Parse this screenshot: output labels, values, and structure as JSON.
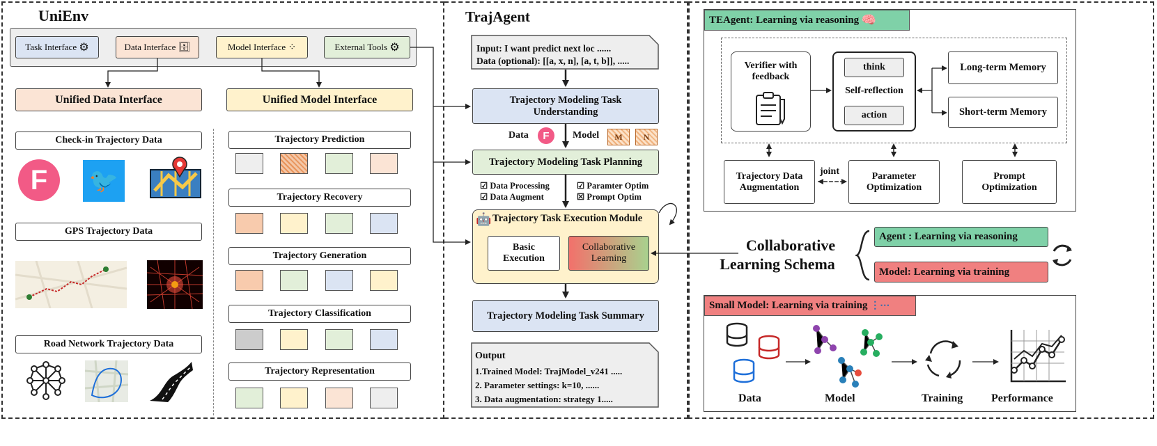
{
  "unienv": {
    "title": "UniEnv",
    "interfaces": [
      "Task Interface",
      "Data Interface",
      "Model Interface",
      "External Tools"
    ],
    "unified_data": "Unified Data Interface",
    "unified_model": "Unified Model Interface",
    "data_sections": [
      "Check-in Trajectory Data",
      "GPS Trajectory Data",
      "Road Network Trajectory Data"
    ],
    "model_tasks": [
      "Trajectory Prediction",
      "Trajectory Recovery",
      "Trajectory Generation",
      "Trajectory Classification",
      "Trajectory Representation"
    ]
  },
  "trajagent": {
    "title": "TrajAgent",
    "input_line1": "Input: I want predict next loc ......",
    "input_line2": "Data (optional): [[a, x, n], [a, t, b]], .....",
    "understanding": "Trajectory Modeling Task Understanding",
    "data_label": "Data",
    "model_label": "Model",
    "model_m": "M",
    "model_n": "N",
    "planning": "Trajectory Modeling Task Planning",
    "checks": [
      "☑ Data Processing",
      "☑ Paramter Optim",
      "☑ Data Augment",
      "☒ Prompt Optim"
    ],
    "execution_title": "Trajectory Task Execution Module",
    "basic_execution": "Basic Execution",
    "collaborative_learning": "Collaborative Learning",
    "summary": "Trajectory Modeling Task Summary",
    "output_title": "Output",
    "output_lines": [
      "1.Trained Model: TrajModel_v241 .....",
      "2. Parameter settings: k=10, ......",
      "3. Data augmentation: strategy 1....."
    ]
  },
  "teagent": {
    "title": "TEAgent: Learning via reasoning",
    "verifier": "Verifier with feedback",
    "think": "think",
    "self_reflection": "Self-reflection",
    "action": "action",
    "long_term": "Long-term Memory",
    "short_term": "Short-term Memory",
    "data_aug": "Trajectory Data Augmentation",
    "joint": "joint",
    "param_opt": "Parameter Optimization",
    "prompt_opt": "Prompt Optimization"
  },
  "schema": {
    "title_line1": "Collaborative",
    "title_line2": "Learning Schema",
    "agent": "Agent : Learning via reasoning",
    "model": "Model: Learning via training"
  },
  "small_model": {
    "title": "Small Model: Learning via training",
    "labels": [
      "Data",
      "Model",
      "Training",
      "Performance"
    ]
  },
  "colors": {
    "blue_box": "#dbe4f3",
    "orange_box": "#fbe4d5",
    "yellow_box": "#fff2cc",
    "green_box": "#e2efd9",
    "teal_header": "#7fd1a8",
    "red_header": "#f08080"
  }
}
